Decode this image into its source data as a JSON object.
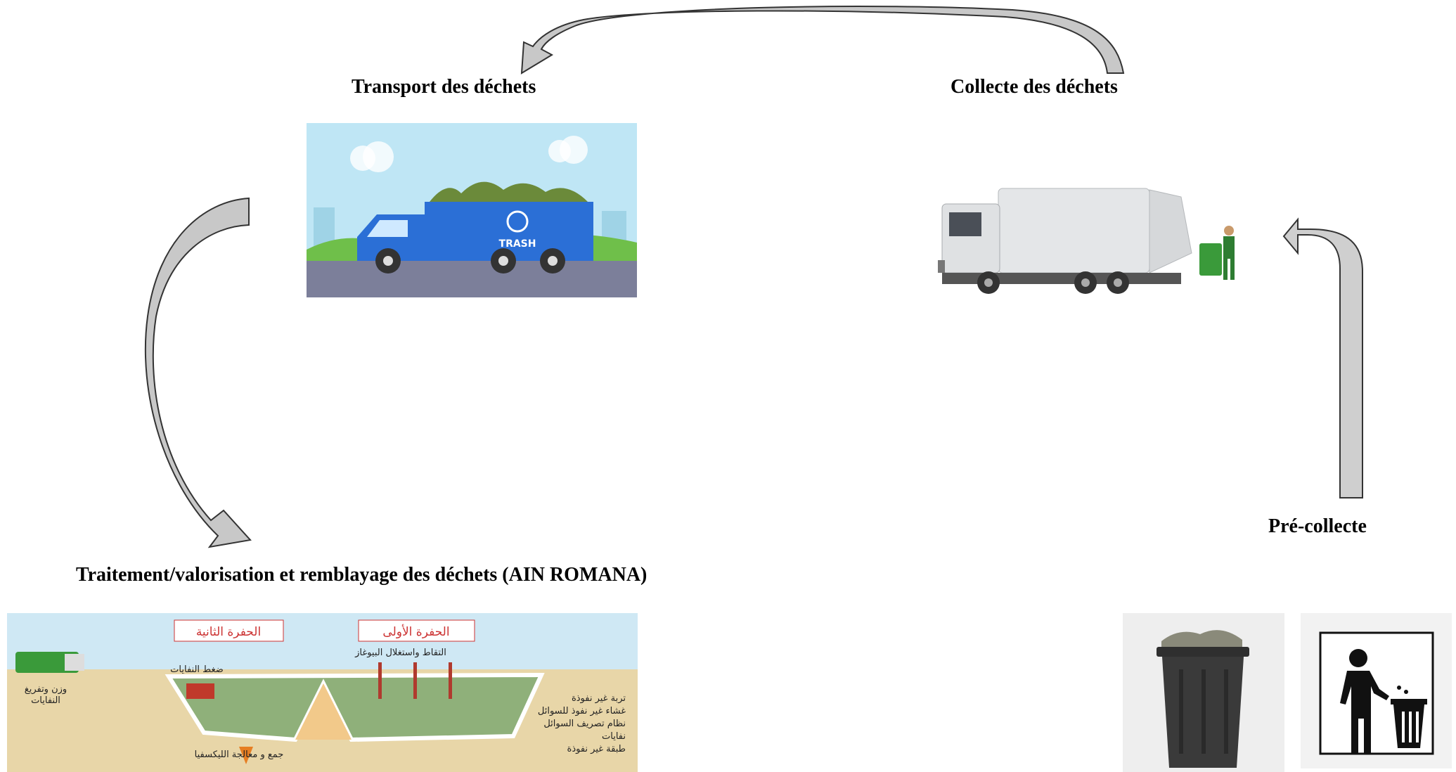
{
  "steps": {
    "transport": "Transport des déchets",
    "collecte": "Collecte des déchets",
    "precollecte": "Pré-collecte",
    "traitement": "Traitement/valorisation et remblayage des déchets (AIN ROMANA)"
  },
  "transport_image": {
    "truck_text": "TRASH"
  },
  "landfill": {
    "pit_2": "الحفرة الثانية",
    "pit_1": "الحفرة الأولى",
    "biogas": "التقاط واستغلال البيوغاز",
    "compaction": "ضغط النفايات",
    "weigh": "وزن وتفريغ",
    "weigh_2": "النفايات",
    "leachate": "جمع و معالجة الليكسفيا",
    "legend": [
      "تربة غير نفوذة",
      "غشاء غير نفوذ للسوائل",
      "نظام تصريف السوائل",
      "نفايات",
      "طبقة غير نفوذة"
    ]
  },
  "colors": {
    "arrow_fill": "#c8c8c8",
    "arrow_stroke": "#333333",
    "truck_blue": "#2b6fd6"
  }
}
